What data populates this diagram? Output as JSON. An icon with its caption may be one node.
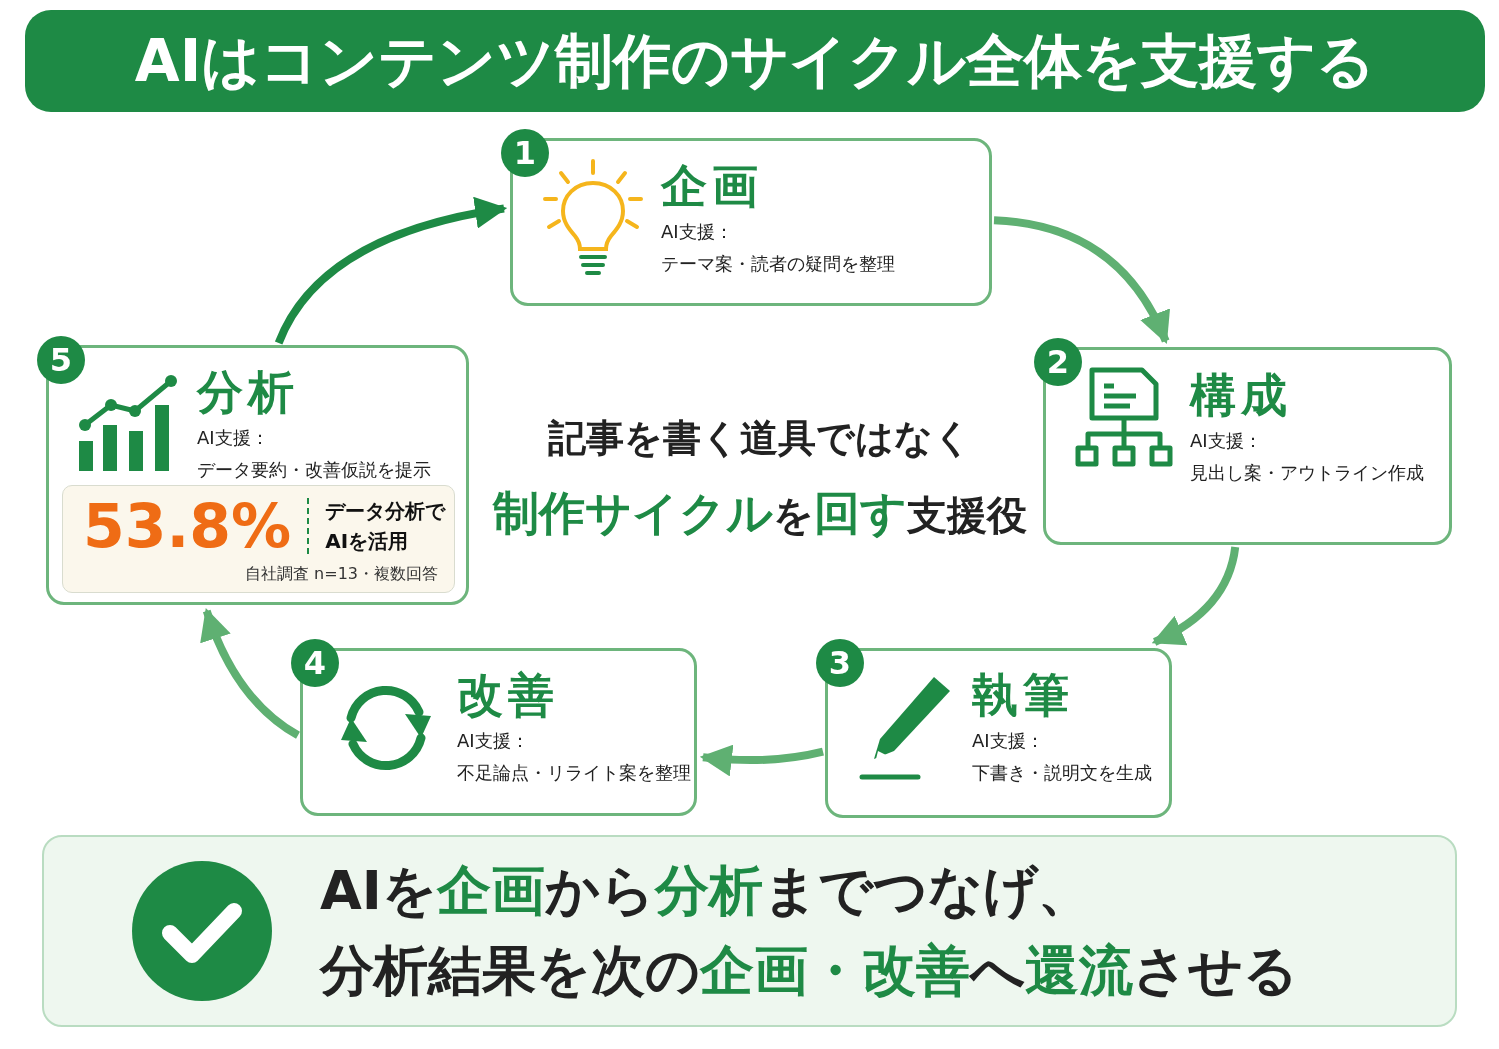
{
  "diagram": {
    "title": "AIはコンテンツ制作のサイクル全体を支援する",
    "nodes": [
      {
        "text": [
          "1",
          "企画",
          "AI支援：",
          "テーマ案・読者の疑問を整理"
        ]
      },
      {
        "text": [
          "2",
          "構成",
          "AI支援：",
          "見出し案・アウトライン作成"
        ]
      },
      {
        "text": [
          "3",
          "執筆",
          "AI支援：",
          "下書き・説明文を生成"
        ]
      },
      {
        "text": [
          "4",
          "改善",
          "AI支援：",
          "不足論点・リライト案を整理"
        ]
      },
      {
        "text": [
          "5",
          "分析",
          "AI支援：",
          "データ要約・改善仮説を提示"
        ]
      },
      {
        "text": [
          "53.8%",
          "データ分析でAIを活用",
          "自社調査 n=13・複数回答"
        ],
        "in": 4
      },
      {
        "text": [
          "AIを**企画**から**分析**までつなげ、",
          "分析結果を次の**企画・改善**へ**還流**させる"
        ]
      }
    ],
    "edges": [
      {
        "from": 0,
        "to": 1,
        "arrow": "to"
      },
      {
        "from": 1,
        "to": 2,
        "arrow": "to"
      },
      {
        "from": 2,
        "to": 3,
        "arrow": "to"
      },
      {
        "from": 3,
        "to": 4,
        "arrow": "to"
      },
      {
        "from": 4,
        "to": 0,
        "arrow": "to",
        "color": "#1e8a45"
      }
    ],
    "labels": [
      "記事を書く道具ではなく",
      "**制作サイクル**を**回す**支援役"
    ]
  }
}
